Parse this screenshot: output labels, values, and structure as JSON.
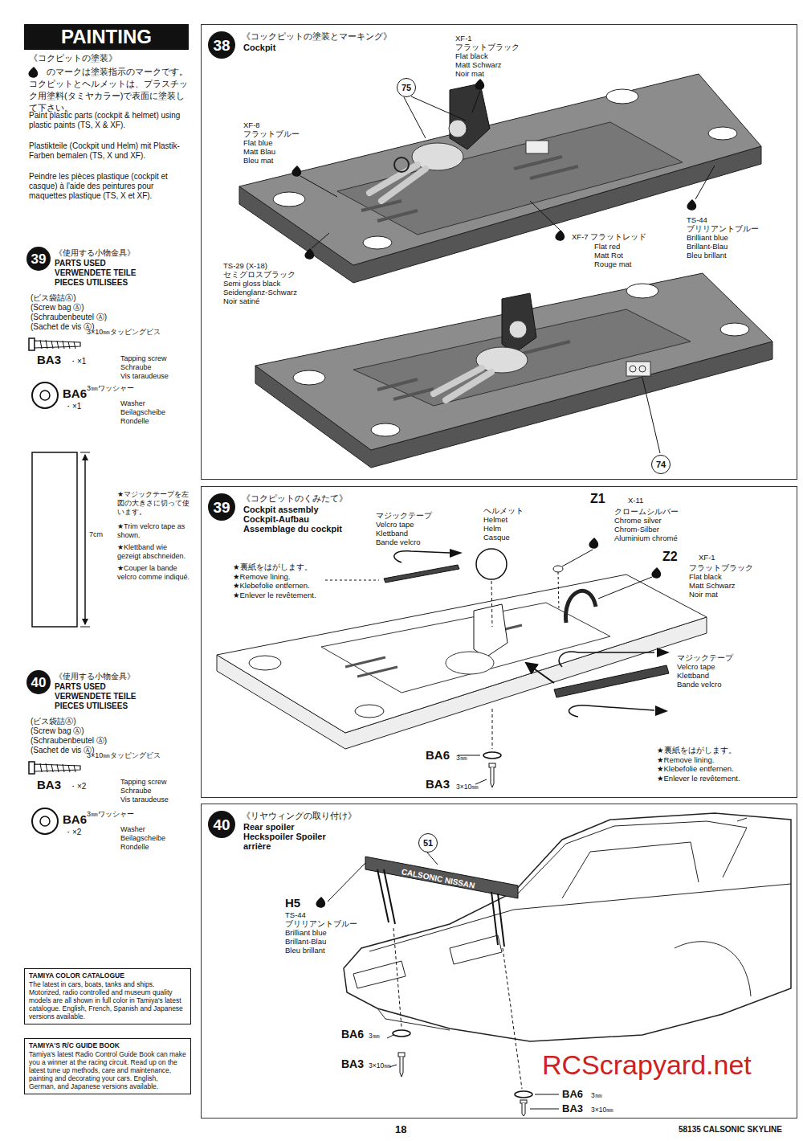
{
  "diagram": {
    "nodes": [
      {
        "text": [
          "PAINTING"
        ]
      },
      {
        "text": [
          "《コックピットの塗装とマーキング》",
          "Cockpit"
        ]
      },
      {
        "text": [
          "38"
        ],
        "in": 1
      },
      {
        "text": [
          "75"
        ],
        "in": 1
      },
      {
        "text": [
          "74"
        ],
        "in": 1
      },
      {
        "text": [
          "39"
        ]
      },
      {
        "text": [
          "《コクピットのくみたて》",
          "Cockpit assembly Cockpit-Aufbau Assemblage du cockpit"
        ]
      },
      {
        "text": [
          "39"
        ],
        "in": 6
      },
      {
        "text": [
          "40"
        ]
      },
      {
        "text": [
          "《リヤウィングの取り付け》",
          "Rear spoiler Heckspoiler Spoiler arrière"
        ]
      },
      {
        "text": [
          "40"
        ],
        "in": 9
      },
      {
        "text": [
          "51"
        ],
        "in": 9
      },
      {
        "text": [
          "TAMIYA COLOR CATALOGUE",
          "The latest in cars, boats, tanks and ships. Motorized, radio controlled and museum quality models are all shown in full color in Tamiya's latest catalogue. English, French, Spanish and Japanese versions available."
        ]
      },
      {
        "text": [
          "TAMIYA'S R/C GUIDE BOOK",
          "Tamiya's latest Radio Control Guide Book can make you a winner at the racing circuit. Read up on the latest tune up methods, care and maintenance, painting and decorating your cars. English, German, and Japanese versions available."
        ]
      }
    ],
    "labels": [
      "《コクピットの塗装》",
      "のマークは塗装指示のマークです。コクピットとヘルメットは、プラスチック用塗料(タミヤカラー)で表面に塗装して下さい。",
      "Paint plastic parts (cockpit & helmet) using plastic paints (TS, X & XF).",
      "Plastikteile (Cockpit und Helm) mit Plastik-Farben bemalen (TS, X und XF).",
      "Peindre les pièces plastique (cockpit et casque) à l'aide des peintures pour maquettes plastique (TS, X et XF).",
      "《使用する小物金具》",
      "PARTS USED",
      "VERWENDETE TEILE",
      "PIECES UTILISEES",
      "(ビス袋詰Ⓐ)",
      "(Screw bag Ⓐ)",
      "(Schraubenbeutel Ⓐ)",
      "(Sachet de vis Ⓐ)",
      "3×10㎜タッピングビス",
      "Tapping screw",
      "Schraube",
      "Vis taraudeuse",
      "BA3",
      "・×1",
      "3㎜ワッシャー",
      "Washer",
      "Beilagscheibe",
      "Rondelle",
      "BA6",
      "・×1",
      "7cm",
      "★マジックテープを左図の大きさに切って使います。",
      "★Trim velcro tape as shown.",
      "★Klettband wie gezeigt abschneiden.",
      "★Couper la bande velcro comme indiqué.",
      "《使用する小物金具》",
      "PARTS USED",
      "VERWENDETE TEILE",
      "PIECES UTILISEES",
      "(ビス袋詰Ⓐ)",
      "(Screw bag Ⓐ)",
      "(Schraubenbeutel Ⓐ)",
      "(Sachet de vis Ⓐ)",
      "3×10㎜タッピングビス",
      "Tapping screw",
      "Schraube",
      "Vis taraudeuse",
      "BA3",
      "・×2",
      "3㎜ワッシャー",
      "Washer",
      "Beilagscheibe",
      "Rondelle",
      "BA6",
      "・×2",
      "XF-1",
      "フラットブラック",
      "Flat black",
      "Matt Schwarz",
      "Noir mat",
      "XF-8",
      "フラットブルー",
      "Flat blue",
      "Matt Blau",
      "Bleu mat",
      "TS-44",
      "ブリリアントブルー",
      "Brilliant blue",
      "Brillant-Blau",
      "Bleu brillant",
      "XF-7 フラットレッド",
      "Flat red",
      "Matt Rot",
      "Rouge mat",
      "TS-29 (X-18)",
      "セミグロスブラック",
      "Semi gloss black",
      "Seidenglanz-Schwarz",
      "Noir satiné",
      "Z1",
      "X-11",
      "クロームシルバー",
      "Chrome silver",
      "Chrom-Silber",
      "Aluminium chromé",
      "ヘルメット",
      "Helmet",
      "Helm",
      "Casque",
      "マジックテープ",
      "Velcro tape",
      "Klettband",
      "Bande velcro",
      "Z2",
      "XF-1",
      "フラットブラック",
      "Flat black",
      "Matt Schwarz",
      "Noir mat",
      "★裏紙をはがします。",
      "★Remove lining.",
      "★Klebefolie entfernen.",
      "★Enlever le revêtement.",
      "マジックテープ",
      "Velcro tape",
      "Klettband",
      "Bande velcro",
      "★裏紙をはがします。",
      "★Remove lining.",
      "★Klebefolie entfernen.",
      "★Enlever le revêtement.",
      "BA6",
      "3㎜",
      "BA3",
      "3×10㎜",
      "H5",
      "TS-44",
      "ブリリアントブルー",
      "Brilliant blue",
      "Brillant-Blau",
      "Bleu brillant",
      "CALSONIC NISSAN",
      "BA6",
      "3㎜",
      "BA3",
      "3×10㎜",
      "RCScrapyard.net",
      "BA6",
      "3㎜",
      "BA3",
      "3×10㎜",
      "18",
      "58135 CALSONIC SKYLINE"
    ]
  }
}
